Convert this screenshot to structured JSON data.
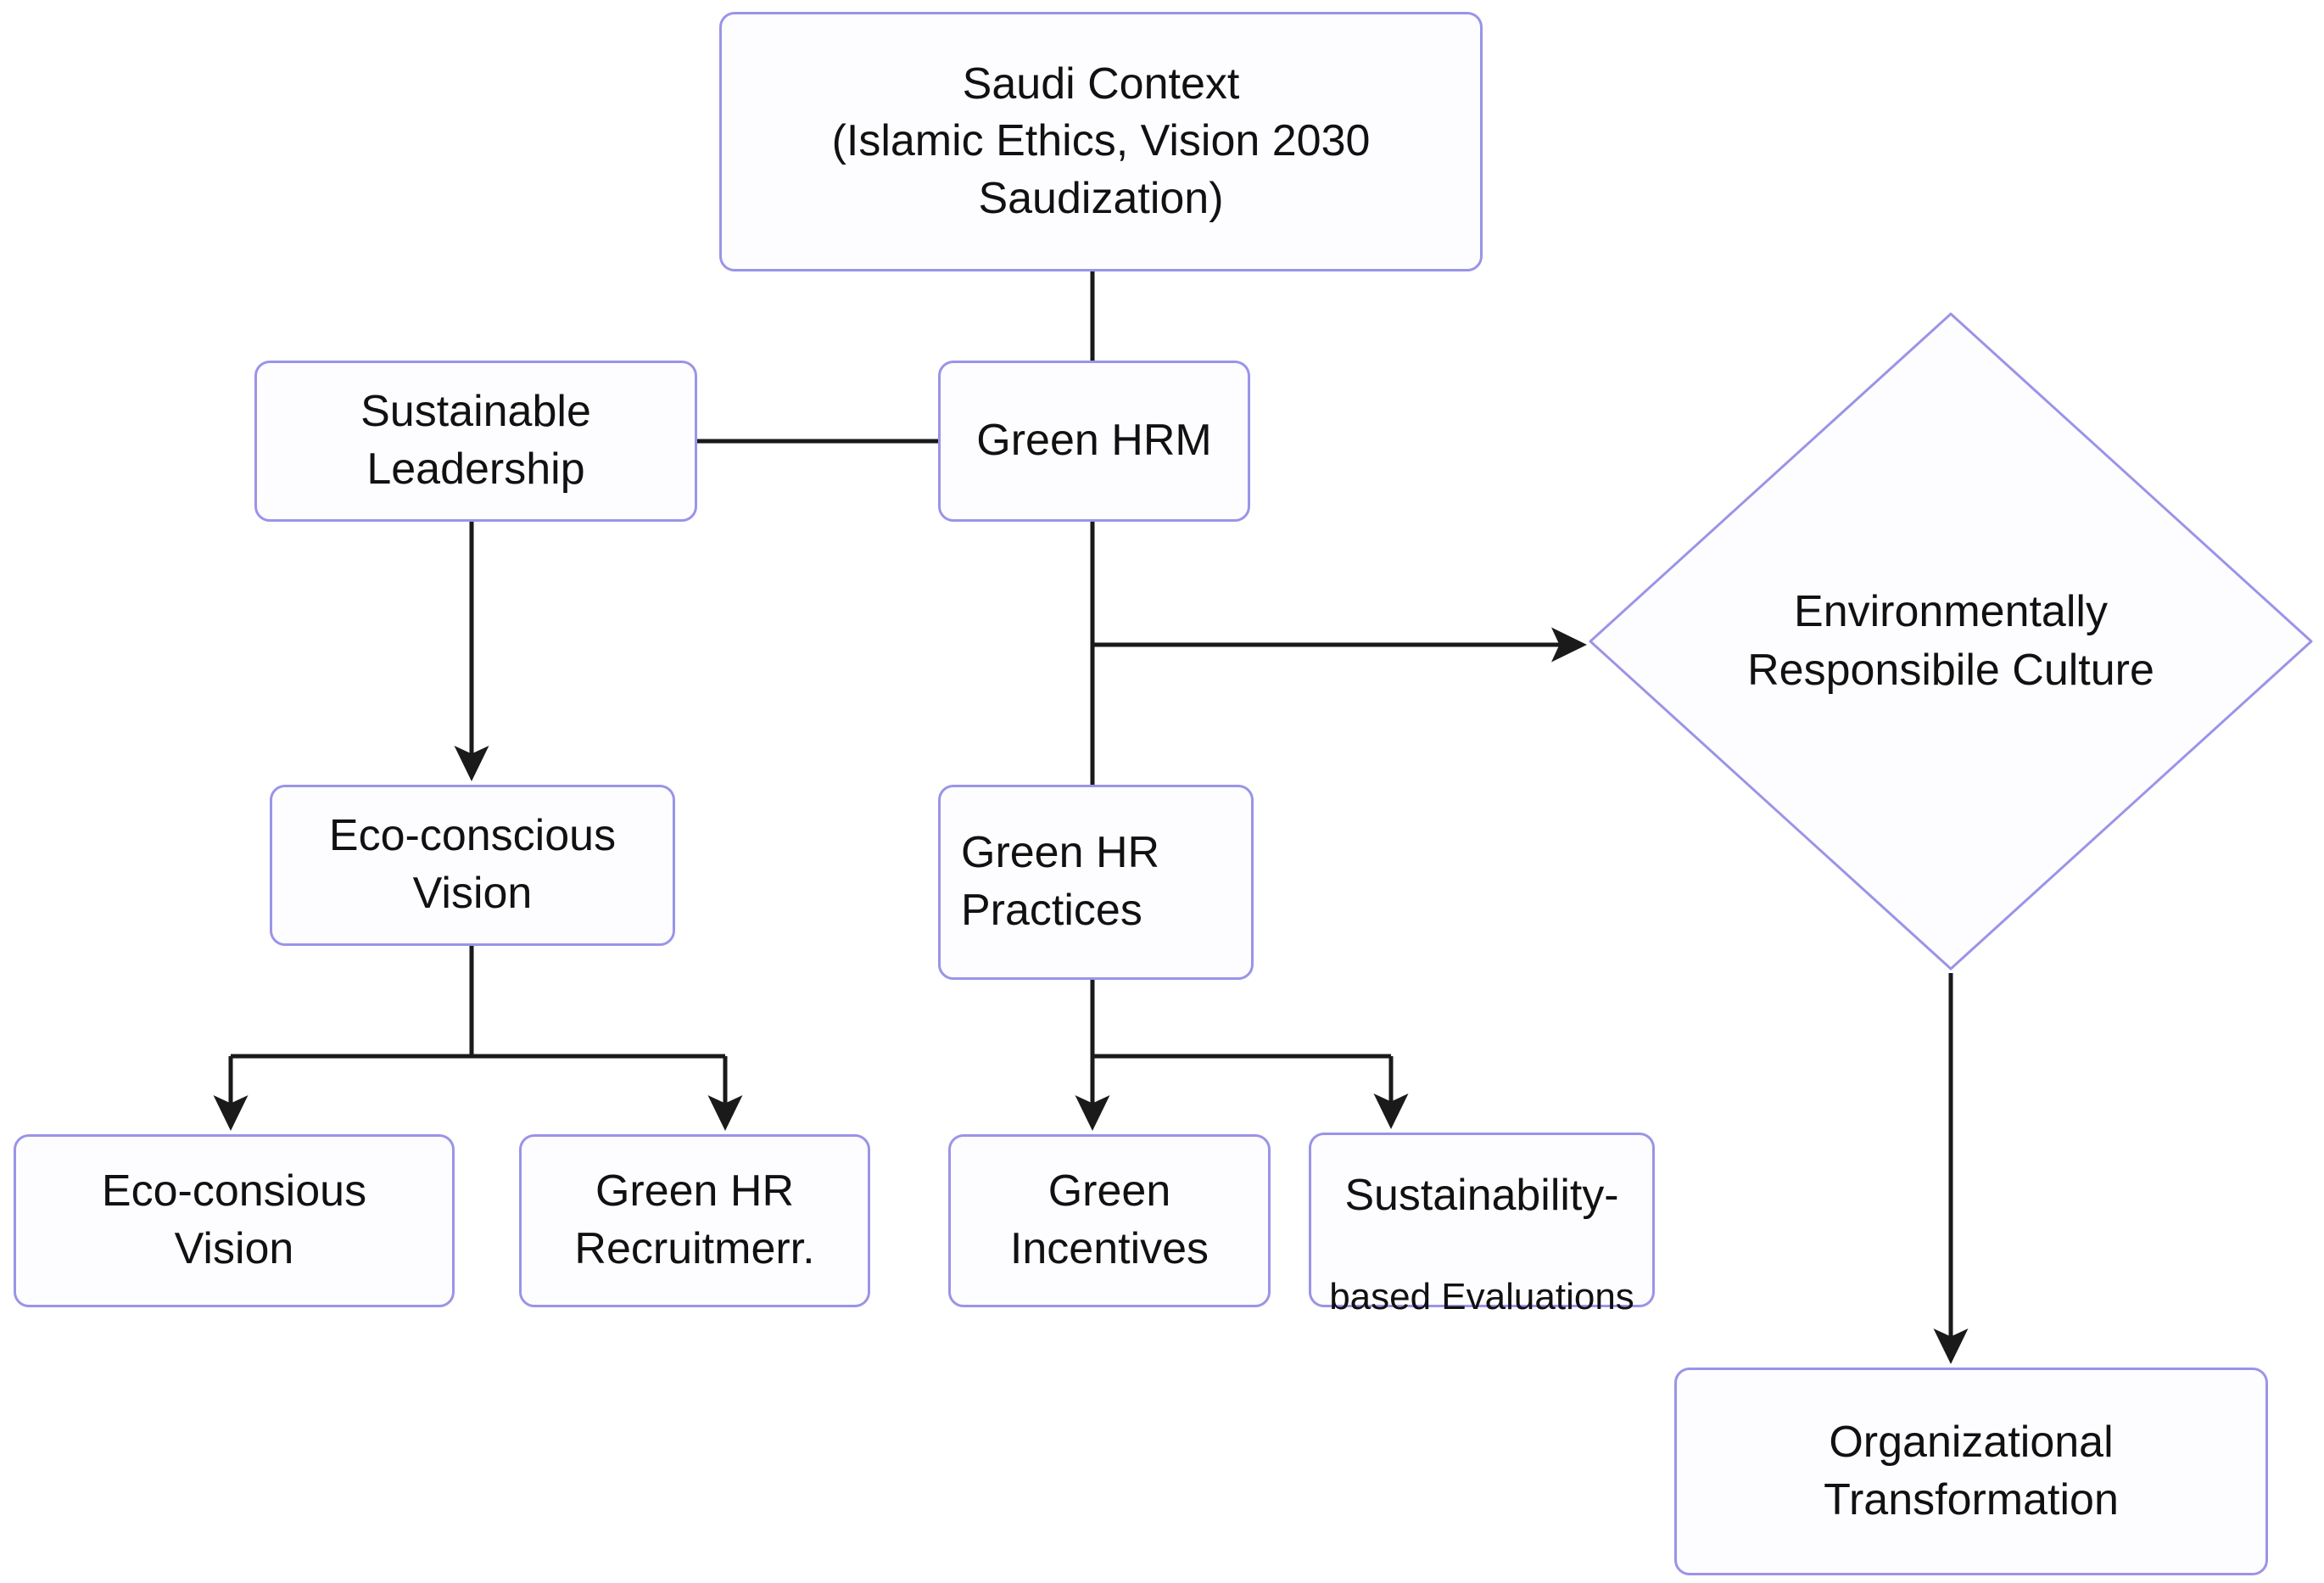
{
  "diagram": {
    "title": "Green HRM and Sustainable Leadership Framework",
    "theme": {
      "node_border_color": "#9a94e8",
      "node_fill_color": "#fdfdff",
      "edge_color": "#1a1a1a",
      "text_color": "#111111",
      "background_color": "#ffffff"
    },
    "nodes": [
      {
        "id": "saudi-context",
        "shape": "rounded-rect",
        "label": "Saudi Context\n(Islamic Ethics, Vision 2030\nSaudization)"
      },
      {
        "id": "sustainable-leadership",
        "shape": "rounded-rect",
        "label": "Sustainable\nLeadership"
      },
      {
        "id": "green-hrm",
        "shape": "rounded-rect",
        "label": "Green HRM"
      },
      {
        "id": "eco-conscious-vision-mid",
        "shape": "rounded-rect",
        "label": "Eco-conscious\nVision"
      },
      {
        "id": "green-hr-practices",
        "shape": "rounded-rect",
        "label": "Green HR\nPractices"
      },
      {
        "id": "eco-consious-vision-leaf",
        "shape": "rounded-rect",
        "label": "Eco-consious\nVision"
      },
      {
        "id": "green-hr-recruitment",
        "shape": "rounded-rect",
        "label": "Green HR\nRecruitmerr."
      },
      {
        "id": "green-incentives",
        "shape": "rounded-rect",
        "label": "Green\nIncentives"
      },
      {
        "id": "sustainability-evaluations",
        "shape": "rounded-rect",
        "label_line1": "Sustainability-",
        "label_line2": "based Evaluations"
      },
      {
        "id": "environmentally-responsible-culture",
        "shape": "diamond",
        "label": "Environmentally\nResponsibile Culture"
      },
      {
        "id": "organizational-transformation",
        "shape": "rounded-rect",
        "label": "Organizational\nTransformation"
      }
    ],
    "edges": [
      {
        "from": "saudi-context",
        "to": "green-hrm",
        "style": "plain-line"
      },
      {
        "from": "sustainable-leadership",
        "to": "green-hrm",
        "style": "plain-line"
      },
      {
        "from": "sustainable-leadership",
        "to": "eco-conscious-vision-mid",
        "style": "arrow"
      },
      {
        "from": "green-hrm",
        "to": "environmentally-responsible-culture",
        "style": "arrow"
      },
      {
        "from": "green-hrm",
        "to": "green-hr-practices",
        "style": "plain-line"
      },
      {
        "from": "eco-conscious-vision-mid",
        "to": "eco-consious-vision-leaf",
        "style": "arrow"
      },
      {
        "from": "eco-conscious-vision-mid",
        "to": "green-hr-recruitment",
        "style": "arrow"
      },
      {
        "from": "green-hr-practices",
        "to": "green-incentives",
        "style": "arrow"
      },
      {
        "from": "green-hr-practices",
        "to": "sustainability-evaluations",
        "style": "arrow"
      },
      {
        "from": "environmentally-responsible-culture",
        "to": "organizational-transformation",
        "style": "arrow"
      }
    ]
  }
}
